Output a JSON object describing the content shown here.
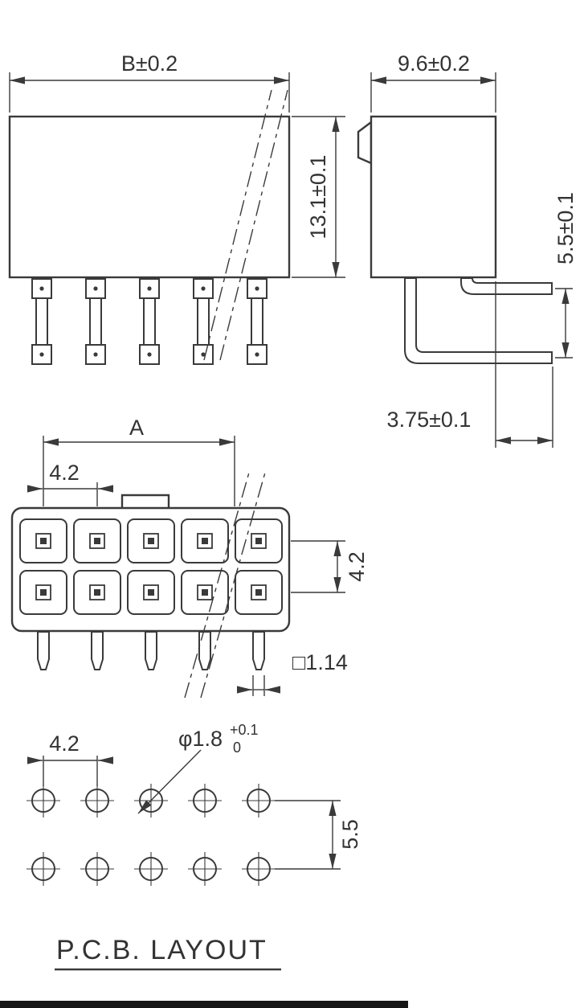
{
  "drawing": {
    "line_color": "#3a3a3a",
    "background_color": "#ffffff",
    "front_view": {
      "width_dim": "B±0.2",
      "height_dim": "13.1±0.1"
    },
    "side_view": {
      "depth_dim": "9.6±0.2",
      "pin_row_spacing_dim": "5.5±0.1",
      "pin_offset_dim": "3.75±0.1"
    },
    "top_view": {
      "span_dim": "A",
      "pin_pitch_dim": "4.2",
      "row_spacing_dim": "4.2",
      "pin_section_dim": "□1.14"
    },
    "pcb_view": {
      "pitch_dim": "4.2",
      "hole_diameter_dim": "φ1.8",
      "hole_tolerance_upper": "+0.1",
      "hole_tolerance_lower": "0",
      "row_spacing_dim": "5.5",
      "title": "P.C.B. LAYOUT"
    }
  }
}
